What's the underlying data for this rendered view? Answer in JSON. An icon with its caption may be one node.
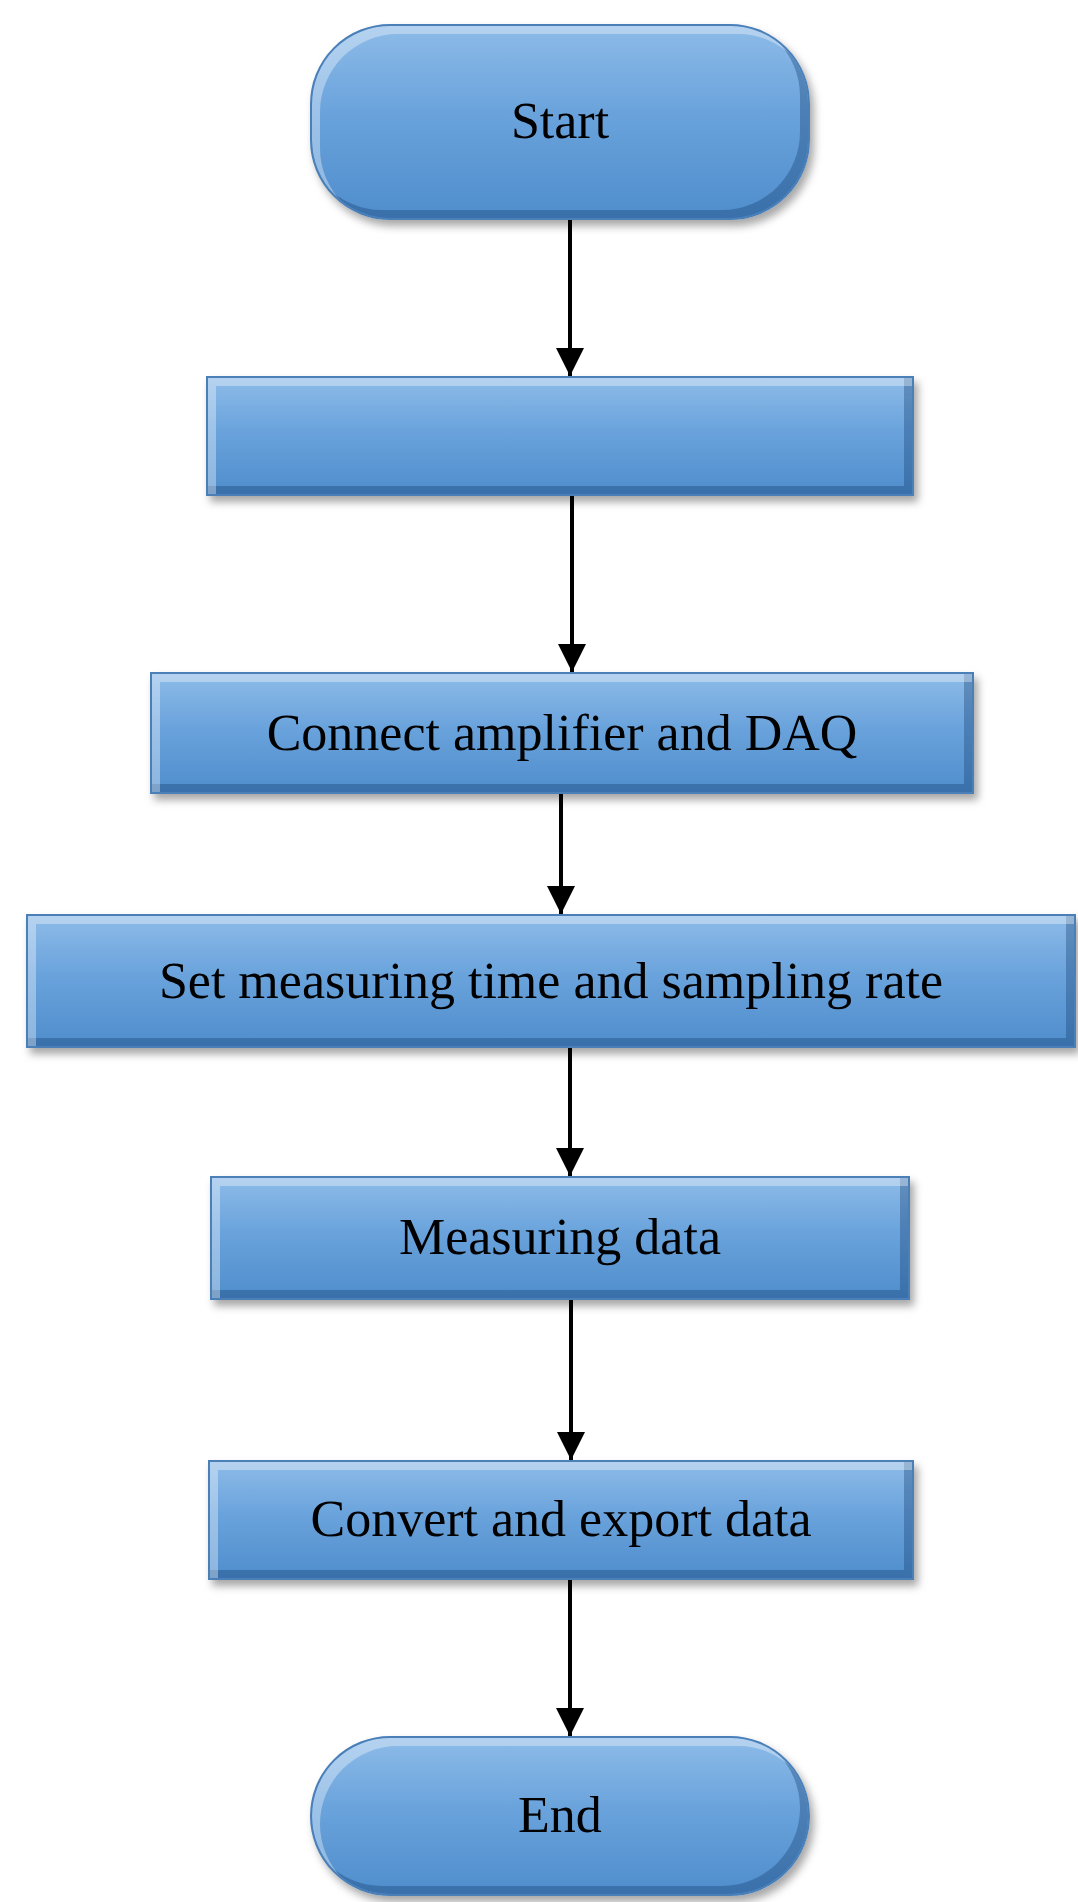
{
  "diagram": {
    "nodes": [
      {
        "text": [
          "Start"
        ]
      },
      {
        "text": [],
        "shape": "box"
      },
      {
        "text": [
          "Connect amplifier and DAQ"
        ]
      },
      {
        "text": [
          "Set measuring time and sampling rate"
        ]
      },
      {
        "text": [
          "Measuring data"
        ]
      },
      {
        "text": [
          "Convert and export data"
        ]
      },
      {
        "text": [
          "End"
        ]
      }
    ],
    "edges": [
      {
        "from": 0,
        "to": 1,
        "arrow": "to"
      },
      {
        "from": 1,
        "to": 2,
        "arrow": "to"
      },
      {
        "from": 2,
        "to": 3,
        "arrow": "to"
      },
      {
        "from": 3,
        "to": 4,
        "arrow": "to"
      },
      {
        "from": 4,
        "to": 5,
        "arrow": "to"
      },
      {
        "from": 5,
        "to": 6,
        "arrow": "to"
      }
    ]
  }
}
